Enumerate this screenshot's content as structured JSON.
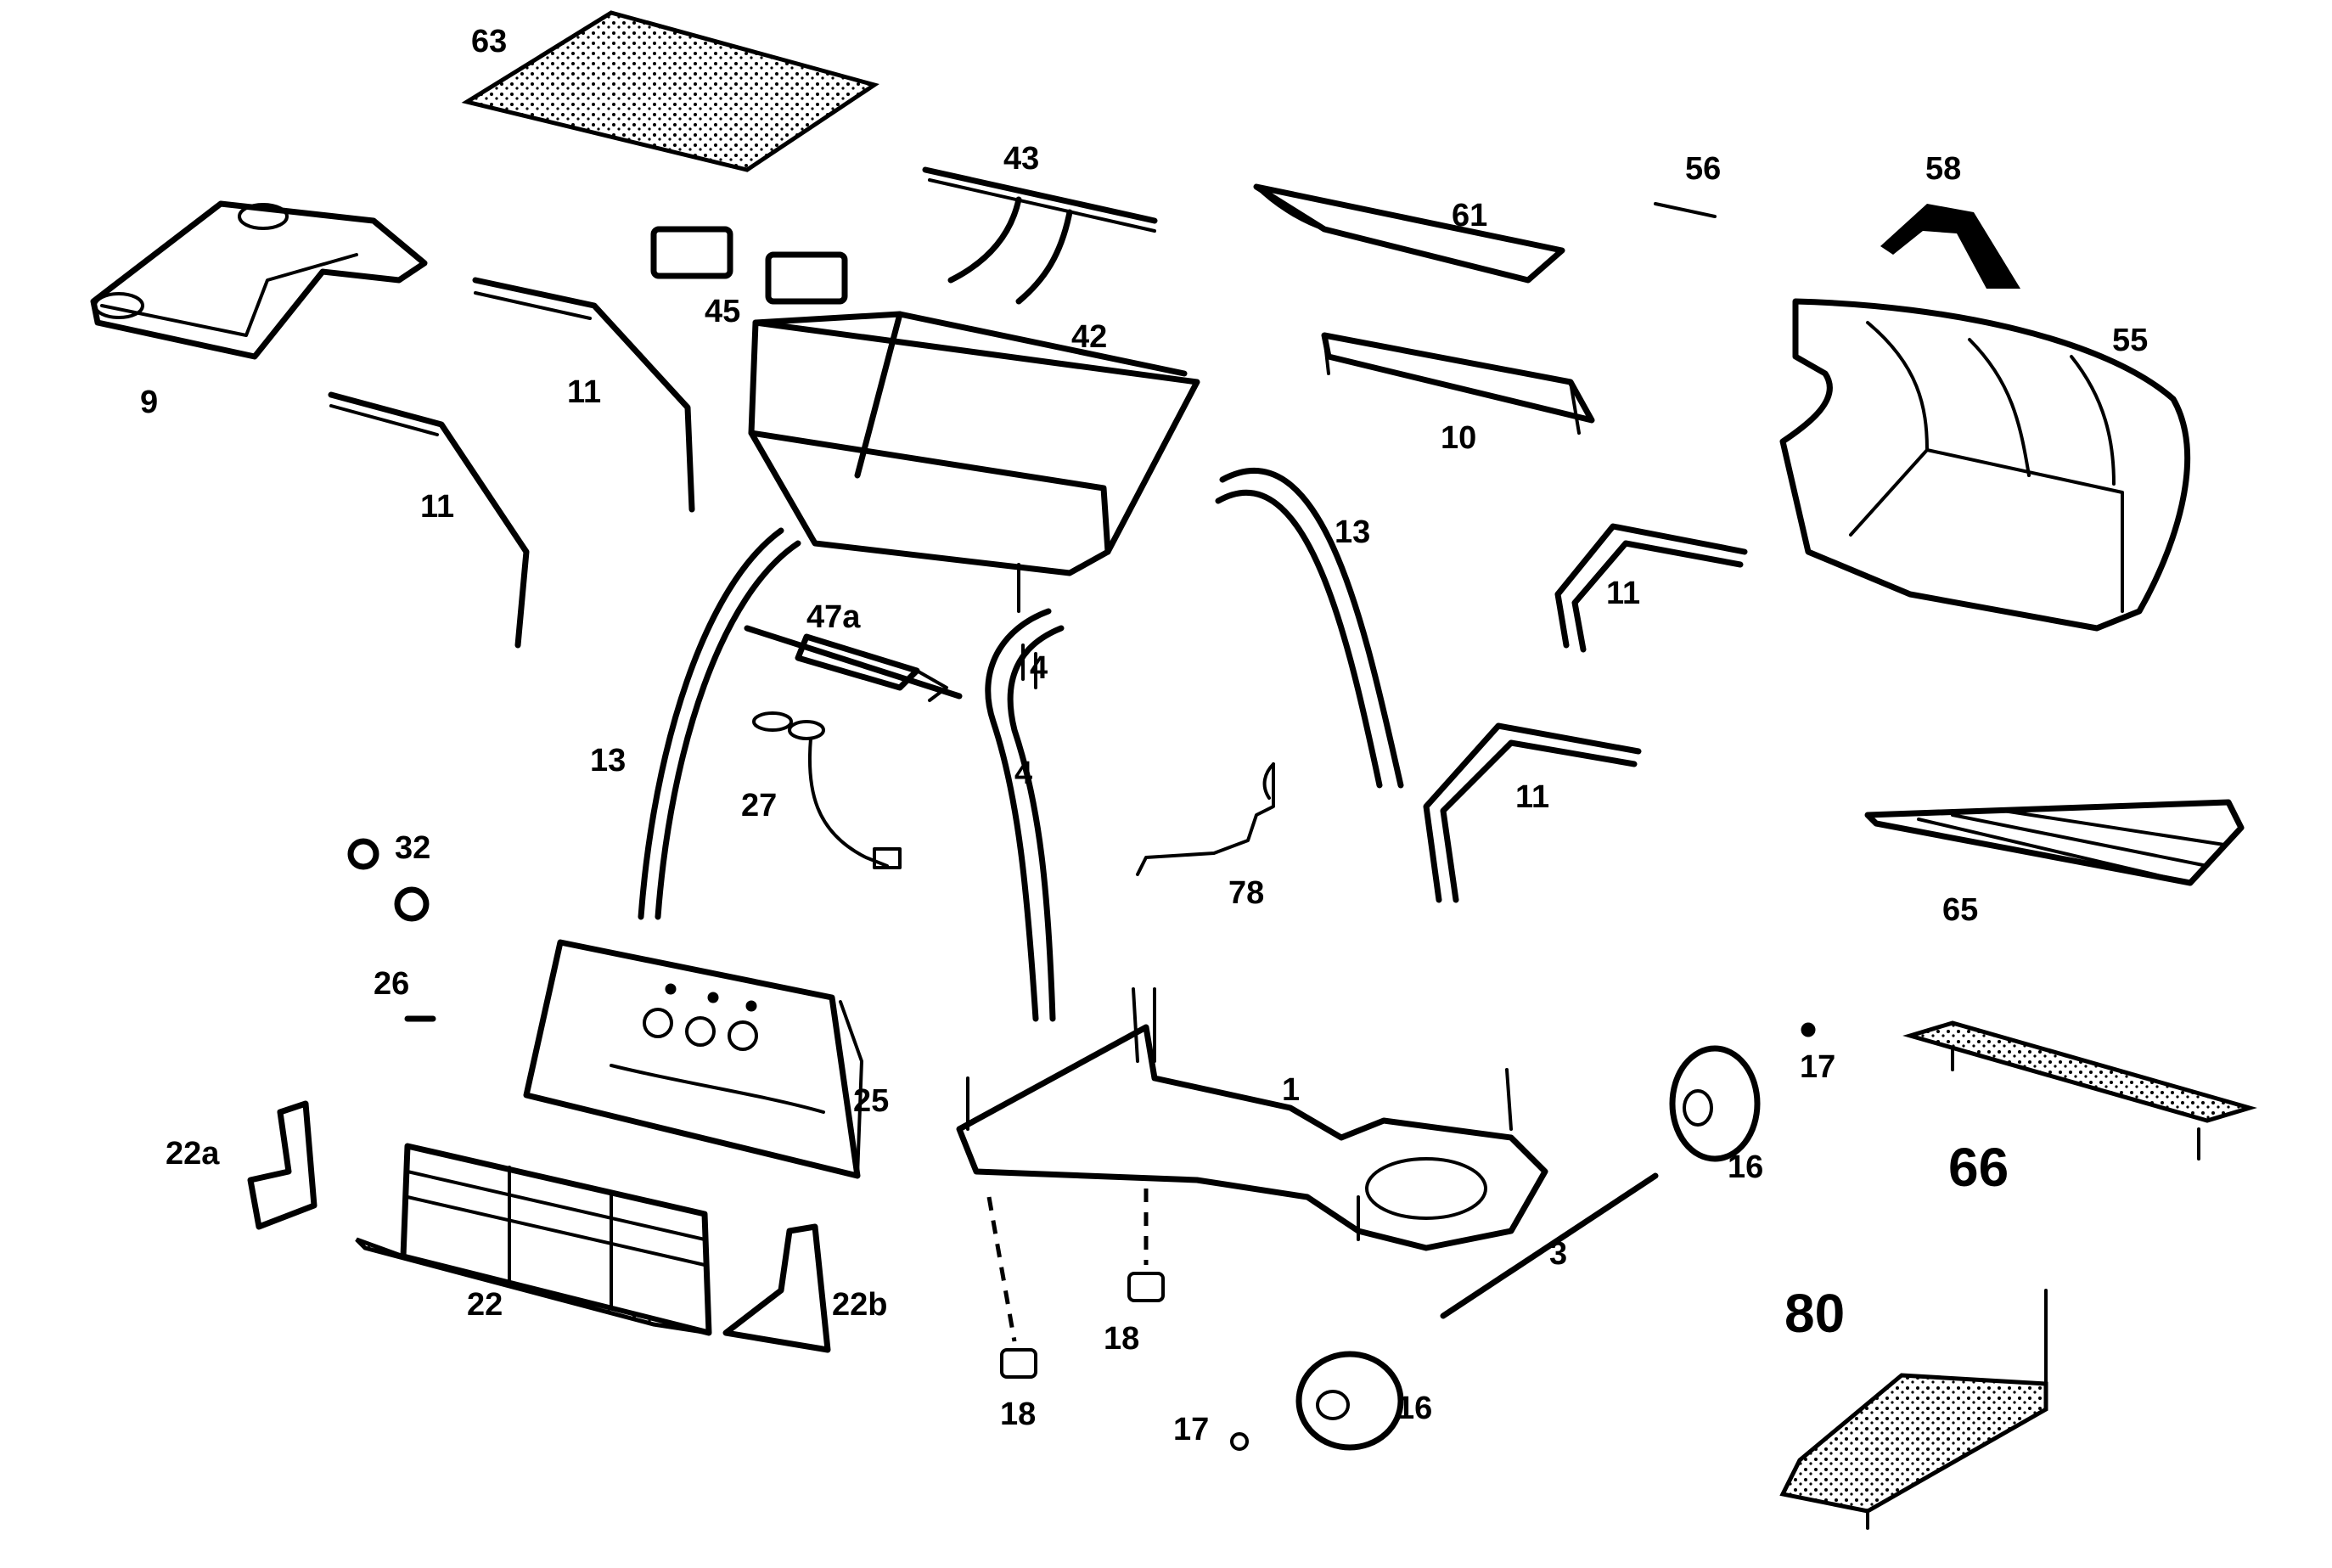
{
  "labels": {
    "p63": "63",
    "p43": "43",
    "p56": "56",
    "p58": "58",
    "p61": "61",
    "p45": "45",
    "p42": "42",
    "p55": "55",
    "p9": "9",
    "p11a": "11",
    "p11b": "11",
    "p10": "10",
    "p13a": "13",
    "p13b": "13",
    "p11c": "11",
    "p47a": "47a",
    "p4a": "4",
    "p4b": "4",
    "p27": "27",
    "p11d": "11",
    "p32": "32",
    "p78": "78",
    "p65": "65",
    "p26": "26",
    "p1": "1",
    "p17a": "17",
    "p25": "25",
    "p16a": "16",
    "p66": "66",
    "p22a": "22a",
    "p3": "3",
    "p22": "22",
    "p22b": "22b",
    "p18a": "18",
    "p80": "80",
    "p18b": "18",
    "p17b": "17",
    "p16b": "16"
  }
}
